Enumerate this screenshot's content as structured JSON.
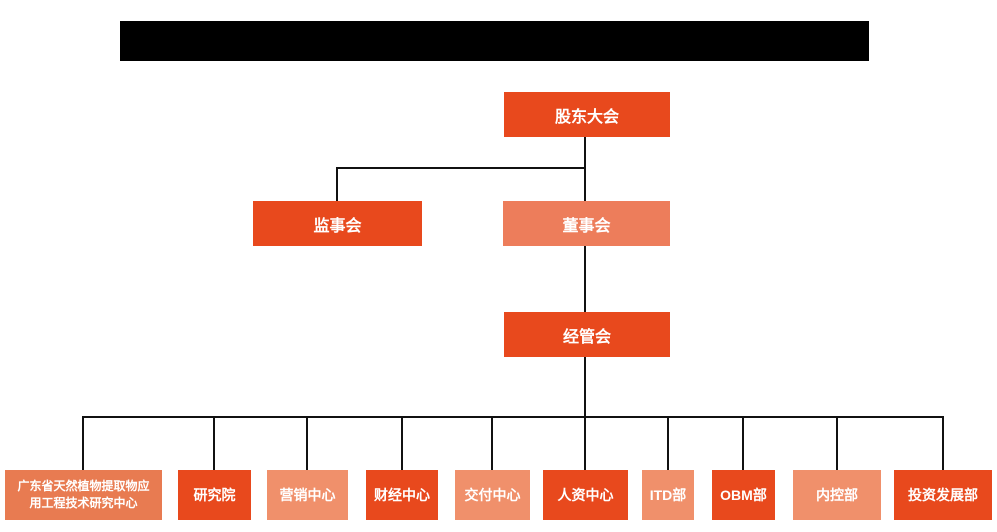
{
  "page": {
    "background": "#ffffff"
  },
  "header": {
    "redacted_bar_color": "#000000"
  },
  "colors": {
    "page_bg": "#ffffff",
    "box_dark": "#E8491D",
    "box_salmon": "#ED7D5B",
    "box_light": "#F0906B",
    "box_muted": "#E87B51",
    "connector": "#111111",
    "box_text": "#ffffff",
    "redacted": "#000000"
  },
  "org_chart": {
    "root": {
      "label": "股东大会"
    },
    "level2": [
      {
        "label": "监事会"
      },
      {
        "label": "董事会"
      }
    ],
    "level3": {
      "label": "经管会"
    },
    "departments": [
      {
        "label": "广东省天然植物提取物应用工程技术研究中心"
      },
      {
        "label": "研究院"
      },
      {
        "label": "营销中心"
      },
      {
        "label": "财经中心"
      },
      {
        "label": "交付中心"
      },
      {
        "label": "人资中心"
      },
      {
        "label": "ITD部"
      },
      {
        "label": "OBM部"
      },
      {
        "label": "内控部"
      },
      {
        "label": "投资发展部"
      }
    ]
  }
}
